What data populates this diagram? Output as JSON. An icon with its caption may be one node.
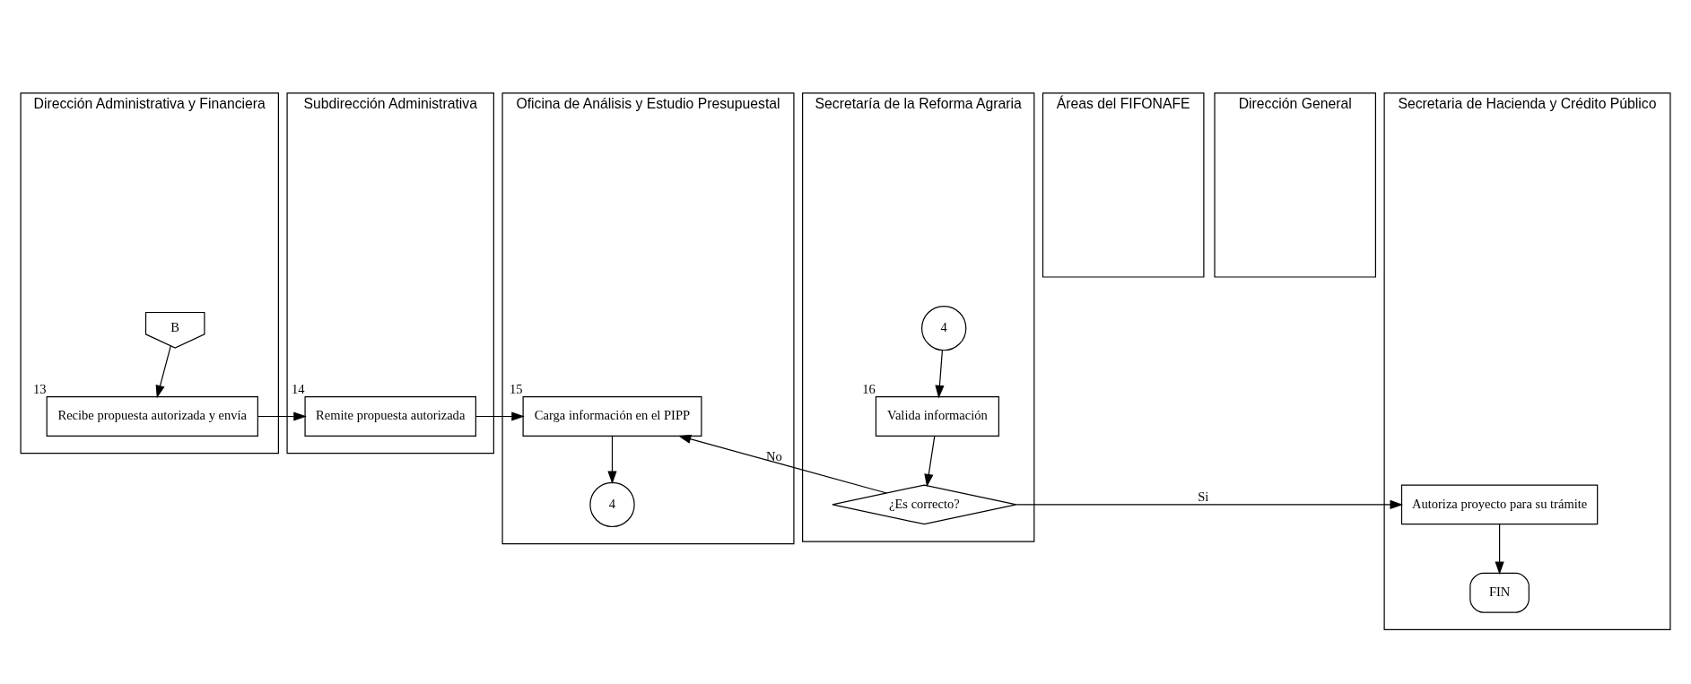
{
  "diagram": {
    "nodes": [
      {
        "text": [
          "Dirección Administrativa y Financiera"
        ]
      },
      {
        "text": [
          "Subdirección Administrativa"
        ]
      },
      {
        "text": [
          "Oficina de Análisis y Estudio Presupuestal"
        ]
      },
      {
        "text": [
          "Áreas del FIFONAFE"
        ]
      },
      {
        "text": [
          "Dirección General"
        ]
      },
      {
        "text": [
          "Secretaría de la Reforma Agraria"
        ]
      },
      {
        "text": [
          "Secretaria de Hacienda y Crédito Público"
        ]
      },
      {
        "text": [
          "B"
        ],
        "in": 0
      },
      {
        "text": [
          "Recibe propuesta autorizada y envía"
        ],
        "in": 0,
        "beside": [
          "13"
        ]
      },
      {
        "text": [
          "Remite propuesta autorizada"
        ],
        "in": 1,
        "beside": [
          "14"
        ]
      },
      {
        "text": [
          "Carga información en el PIPP"
        ],
        "in": 2,
        "beside": [
          "15"
        ]
      },
      {
        "text": [
          "4"
        ],
        "in": 2
      },
      {
        "text": [
          "4"
        ],
        "in": 5
      },
      {
        "text": [
          "Valida información"
        ],
        "in": 5,
        "beside": [
          "16"
        ]
      },
      {
        "text": [
          "¿Es correcto?"
        ],
        "in": 5
      },
      {
        "text": [
          "Autoriza proyecto para su trámite"
        ],
        "in": 6
      },
      {
        "text": [
          "FIN"
        ],
        "in": 6
      }
    ],
    "edges": [
      {
        "from": 7,
        "to": 8,
        "arrow": "to"
      },
      {
        "from": 8,
        "to": 9,
        "arrow": "to"
      },
      {
        "from": 9,
        "to": 10,
        "arrow": "to"
      },
      {
        "from": 10,
        "to": 11,
        "arrow": "to"
      },
      {
        "from": 12,
        "to": 13,
        "arrow": "to"
      },
      {
        "from": 13,
        "to": 14,
        "arrow": "to"
      },
      {
        "from": 14,
        "to": 15,
        "label": "Si",
        "arrow": "to"
      },
      {
        "from": 14,
        "to": 10,
        "label": "No",
        "arrow": "to"
      },
      {
        "from": 15,
        "to": 16,
        "arrow": "to"
      }
    ]
  }
}
